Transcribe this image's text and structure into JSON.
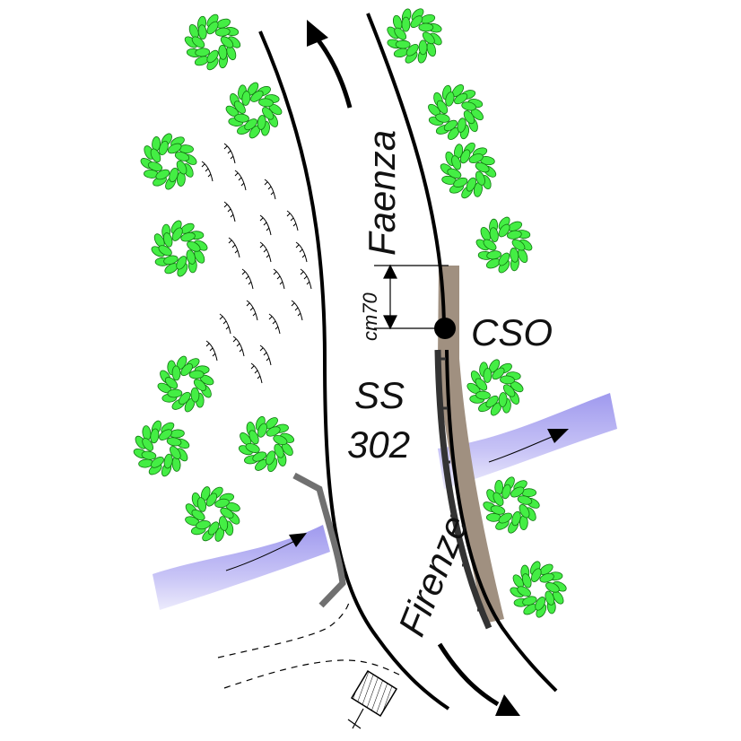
{
  "labels": {
    "north_direction": "Faenza",
    "south_direction": "Firenze",
    "road_line1": "SS",
    "road_line2": "302",
    "point": "CSO",
    "dimension": "cm70"
  },
  "colors": {
    "tree_fill": "#44ee44",
    "tree_stroke": "#117711",
    "river": "#b0aaf0",
    "verge": "#a09080",
    "guardrail": "#707070"
  }
}
